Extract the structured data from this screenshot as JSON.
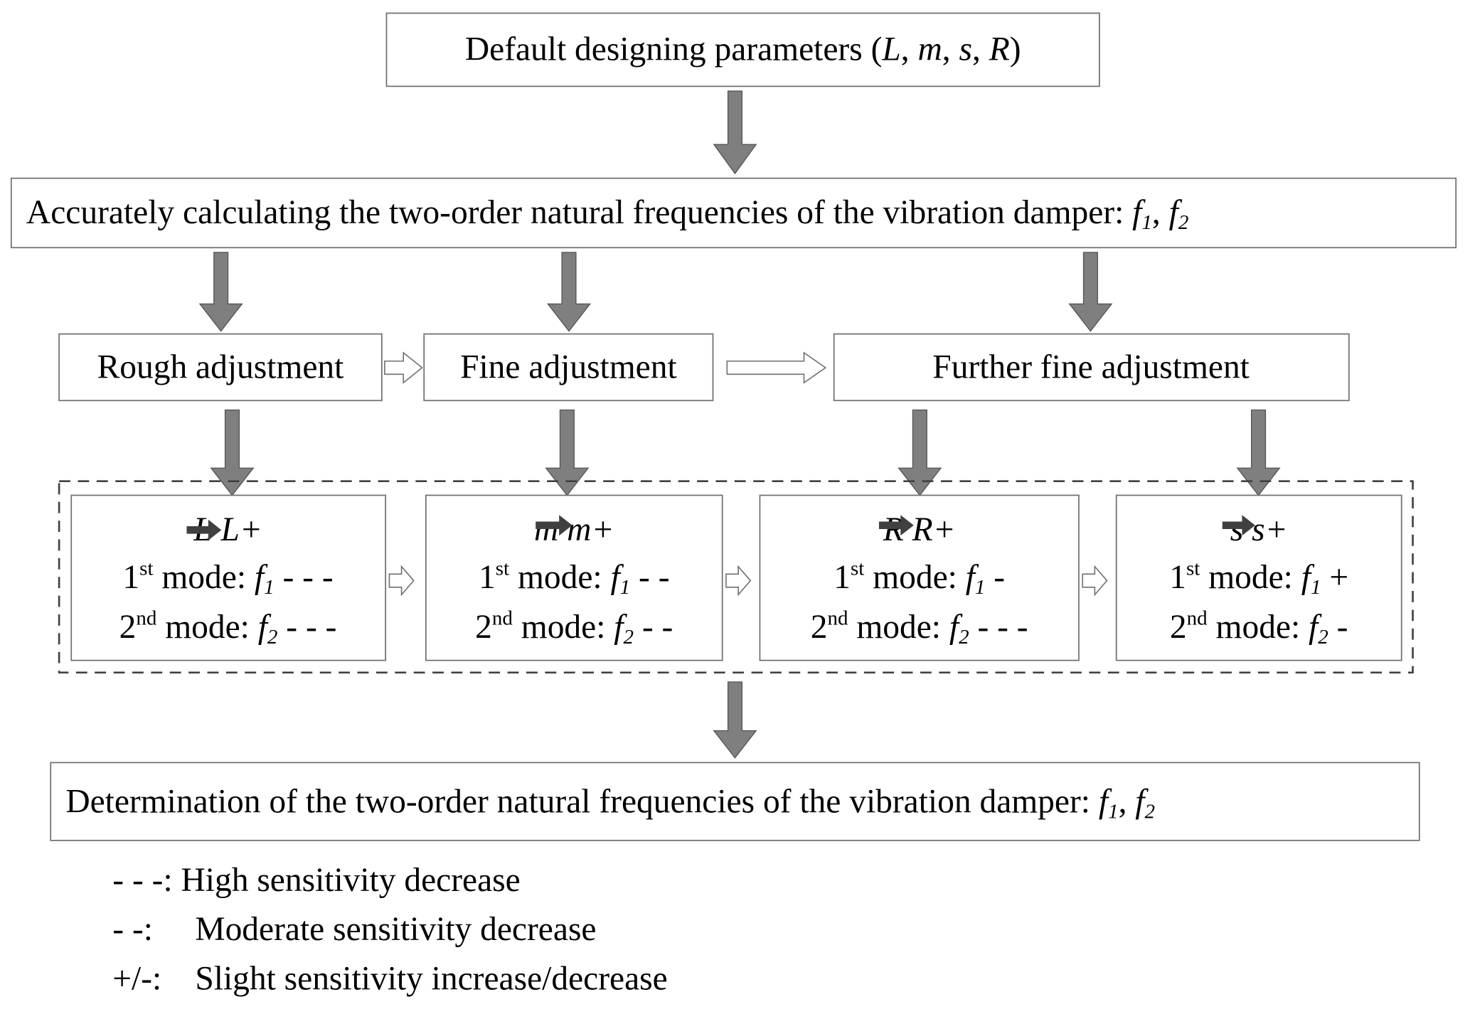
{
  "top_box": {
    "prefix": "Default designing parameters (",
    "params": [
      "L",
      "m",
      "s",
      "R"
    ],
    "suffix": ")"
  },
  "calc_box": {
    "text": "Accurately calculating the two-order natural frequencies of the vibration damper:",
    "f1": "f",
    "f1_sub": "1",
    "f2": "f",
    "f2_sub": "2"
  },
  "stages": [
    {
      "label": "Rough adjustment"
    },
    {
      "label": "Fine adjustment"
    },
    {
      "label": "Further fine adjustment"
    }
  ],
  "param_boxes": [
    {
      "param": "L",
      "param_plus": "L+",
      "mode1_prefix": "1",
      "mode1_sup": "st",
      "mode1_label": " mode: ",
      "f1": "f",
      "f1_sub": "1",
      "f1_effect": "- - -",
      "mode2_prefix": "2",
      "mode2_sup": "nd",
      "mode2_label": " mode: ",
      "f2": "f",
      "f2_sub": "2",
      "f2_effect": "- - -"
    },
    {
      "param": "m",
      "param_plus": "m+",
      "mode1_prefix": "1",
      "mode1_sup": "st",
      "mode1_label": " mode: ",
      "f1": "f",
      "f1_sub": "1",
      "f1_effect": "- -",
      "mode2_prefix": "2",
      "mode2_sup": "nd",
      "mode2_label": " mode: ",
      "f2": "f",
      "f2_sub": "2",
      "f2_effect": "- -"
    },
    {
      "param": "R",
      "param_plus": "R+",
      "mode1_prefix": "1",
      "mode1_sup": "st",
      "mode1_label": " mode: ",
      "f1": "f",
      "f1_sub": "1",
      "f1_effect": "-",
      "mode2_prefix": "2",
      "mode2_sup": "nd",
      "mode2_label": " mode: ",
      "f2": "f",
      "f2_sub": "2",
      "f2_effect": "- - -"
    },
    {
      "param": "s",
      "param_plus": "s+",
      "mode1_prefix": "1",
      "mode1_sup": "st",
      "mode1_label": " mode: ",
      "f1": "f",
      "f1_sub": "1",
      "f1_effect": "+",
      "mode2_prefix": "2",
      "mode2_sup": "nd",
      "mode2_label": " mode: ",
      "f2": "f",
      "f2_sub": "2",
      "f2_effect": "-"
    }
  ],
  "result_box": {
    "text": "Determination of the two-order natural frequencies of the vibration damper:",
    "f1": "f",
    "f1_sub": "1",
    "f2": "f",
    "f2_sub": "2"
  },
  "legend": [
    {
      "symbol": "- - -:",
      "description": "High sensitivity decrease"
    },
    {
      "symbol": "- -:",
      "description": "Moderate sensitivity decrease"
    },
    {
      "symbol": "+/-:",
      "description": "Slight sensitivity increase/decrease"
    }
  ],
  "colors": {
    "arrow_fill": "#7f7f7f",
    "arrow_stroke": "#555555",
    "box_stroke": "#6e6e6e",
    "dashed_stroke": "#404040"
  }
}
